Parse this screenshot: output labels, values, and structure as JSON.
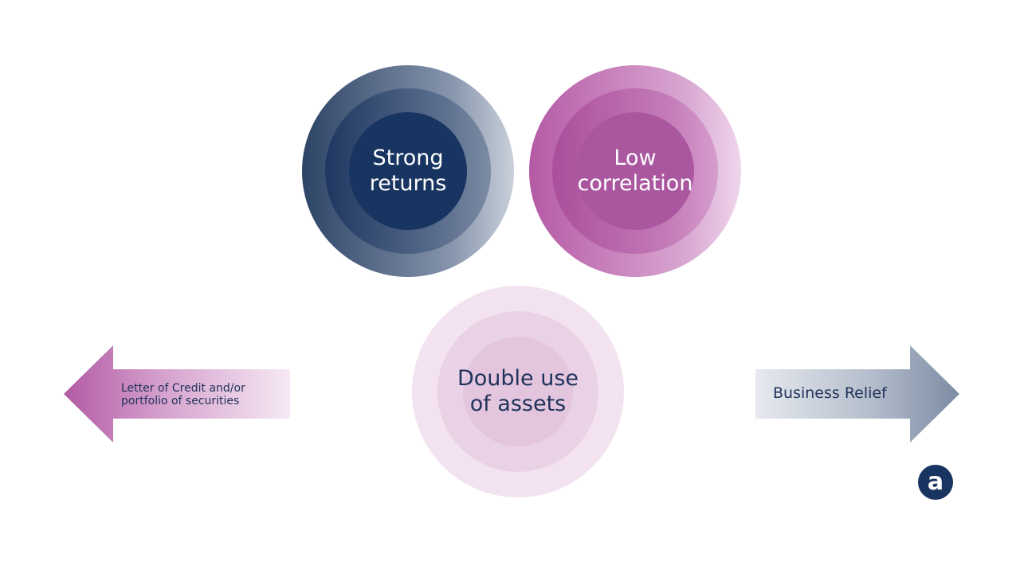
{
  "circles": {
    "strong_returns": {
      "line1": "Strong",
      "line2": "returns"
    },
    "low_correlation": {
      "line1": "Low",
      "line2": "correlation"
    },
    "double_use": {
      "line1": "Double use",
      "line2": "of assets"
    }
  },
  "arrows": {
    "left": {
      "line1": "Letter of Credit and/or",
      "line2": "portfolio of securities"
    },
    "right": {
      "label": "Business Relief"
    }
  },
  "logo": {
    "letter": "a"
  },
  "colors": {
    "navy": "#183460",
    "magenta": "#aa57a0",
    "light_pink": "#ead2e6",
    "text_dark": "#1f3259"
  }
}
